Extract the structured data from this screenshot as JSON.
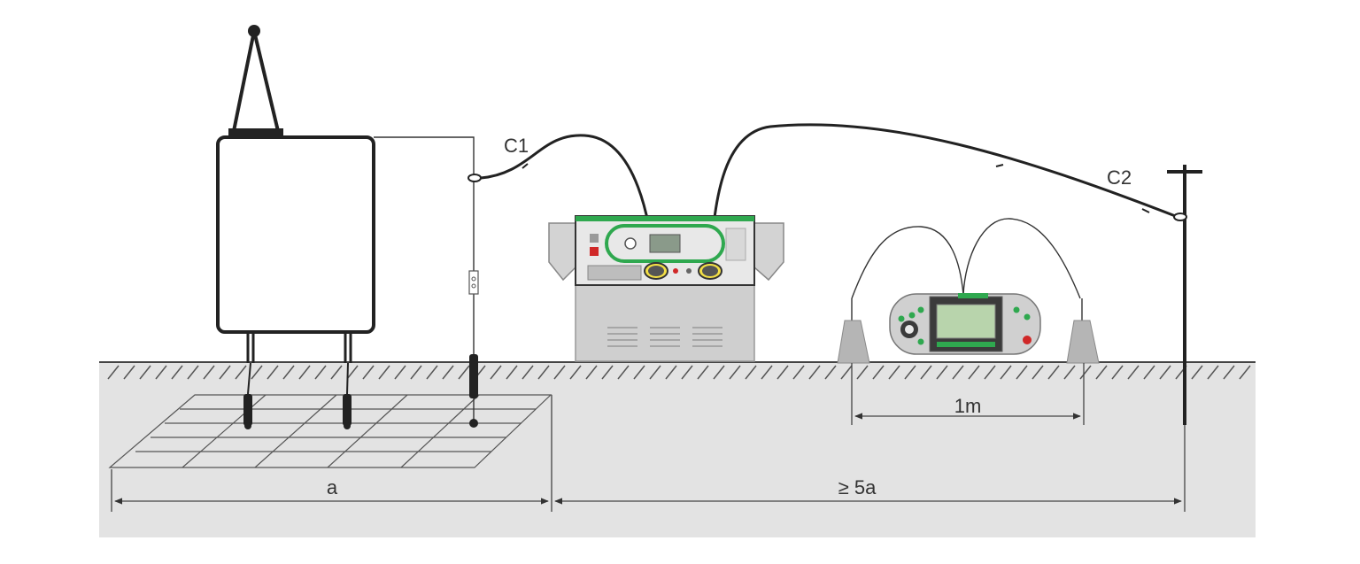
{
  "labels": {
    "c1": "C1",
    "c2": "C2",
    "width_a": "a",
    "distance": "≥ 5a",
    "probe_spacing": "1m"
  },
  "colors": {
    "ground_fill": "#e3e3e3",
    "line": "#333333",
    "device_green": "#2fa84f",
    "device_body": "#c9c9c9",
    "red_button": "#d02828"
  }
}
